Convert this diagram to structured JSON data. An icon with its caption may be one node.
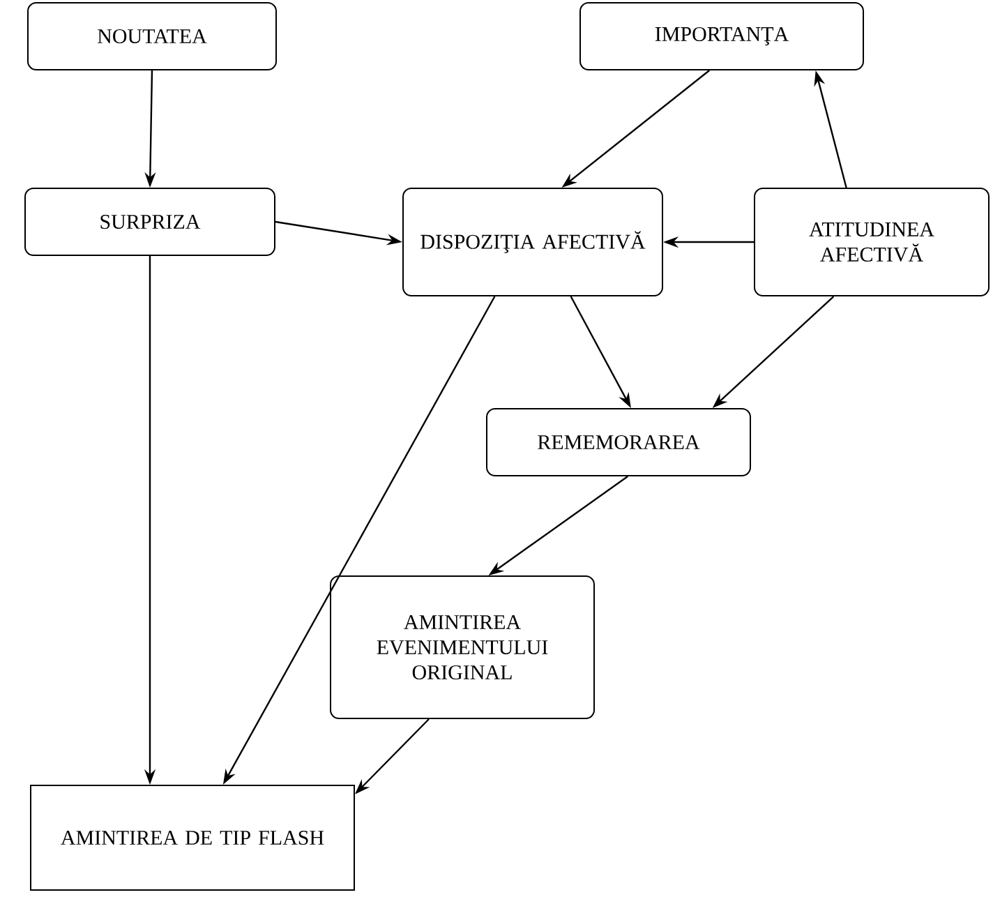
{
  "diagram": {
    "nodes": [
      {
        "text": [
          "NOUTATEA"
        ]
      },
      {
        "text": [
          "IMPORTANŢA"
        ]
      },
      {
        "text": [
          "SURPRIZA"
        ]
      },
      {
        "text": [
          "DISPOZIŢIA AFECTIVĂ"
        ]
      },
      {
        "text": [
          "ATITUDINEA AFECTIVĂ"
        ]
      },
      {
        "text": [
          "REMEMORAREA"
        ]
      },
      {
        "text": [
          "AMINTIREA EVENIMENTULUI ORIGINAL"
        ]
      },
      {
        "text": [
          "AMINTIREA DE TIP FLASH"
        ]
      }
    ],
    "edges": [
      {
        "from": 0,
        "to": 2,
        "arrow": "to"
      },
      {
        "from": 2,
        "to": 3,
        "arrow": "to"
      },
      {
        "from": 4,
        "to": 3,
        "arrow": "to"
      },
      {
        "from": 4,
        "to": 1,
        "arrow": "to"
      },
      {
        "from": 1,
        "to": 3,
        "arrow": "to"
      },
      {
        "from": 3,
        "to": 5,
        "arrow": "to"
      },
      {
        "from": 4,
        "to": 5,
        "arrow": "to"
      },
      {
        "from": 5,
        "to": 6,
        "arrow": "to"
      },
      {
        "from": 2,
        "to": 7,
        "arrow": "to"
      },
      {
        "from": 3,
        "to": 7,
        "arrow": "to"
      },
      {
        "from": 6,
        "to": 7,
        "arrow": "to"
      }
    ]
  }
}
